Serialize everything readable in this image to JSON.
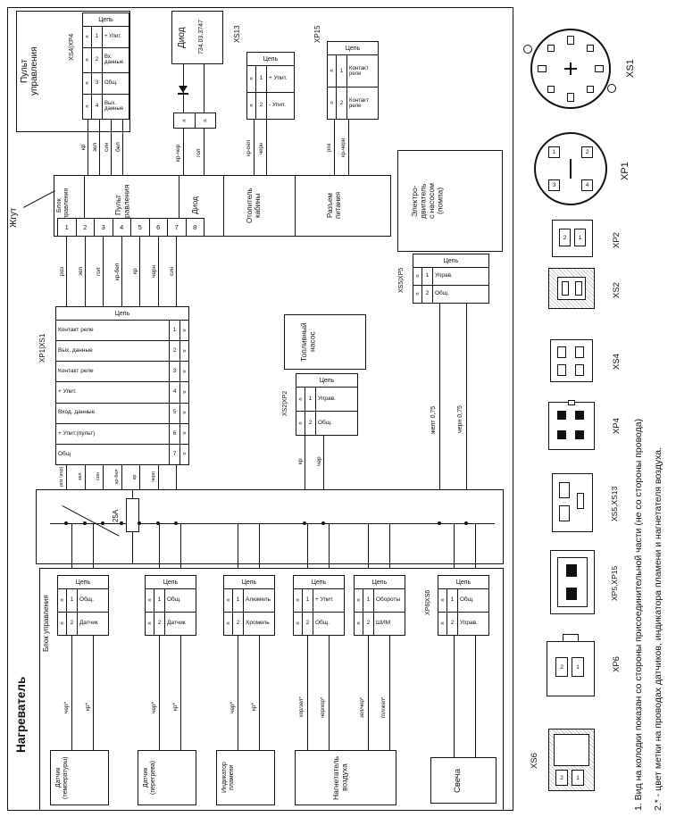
{
  "titles": {
    "heater": "Нагреватель",
    "harness": "Жгут",
    "control_unit": "Блок управления",
    "fuse": "25А"
  },
  "notes": [
    "1. Вид на колодки показан со стороны присоединительной части (не со стороны провода)",
    "2.* - цвет метки на проводах датчиков, индикатора пламени и нагнетателя воздуха."
  ],
  "pult": {
    "title": [
      "Пульт",
      "управления"
    ],
    "designator": "XS4|XP4",
    "header": "Цепь",
    "rows": [
      {
        "n": "1",
        "label": "+ Упит."
      },
      {
        "n": "2",
        "label": "Вх. данные"
      },
      {
        "n": "3",
        "label": "Общ."
      },
      {
        "n": "4",
        "label": "Вых. данные"
      }
    ],
    "wires": [
      "кр",
      "зел",
      "син",
      "бел"
    ]
  },
  "diode": {
    "name": "Диод",
    "part": "734.03.3747",
    "wires": [
      "кр-чер",
      "гол"
    ]
  },
  "xs13": {
    "designator": "XS13",
    "header": "Цепь",
    "rows": [
      {
        "n": "1",
        "label": "+ Упит."
      },
      {
        "n": "2",
        "label": "- Упит."
      }
    ],
    "wires": [
      "кр-бел",
      "черн"
    ]
  },
  "xp15": {
    "designator": "XP15",
    "header": "Цепь",
    "rows": [
      {
        "n": "1",
        "label": "Контакт реле"
      },
      {
        "n": "2",
        "label": "Контакт реле"
      }
    ],
    "wires": [
      "роз",
      "кр-черн"
    ]
  },
  "band": {
    "sections": [
      [
        "Блок",
        "управления"
      ],
      [
        "Пульт",
        "управления"
      ],
      [
        "Диод"
      ],
      [
        "Отопитель",
        "кабины"
      ],
      [
        "Разъем",
        "питания"
      ]
    ],
    "pins": [
      "1",
      "2",
      "3",
      "4",
      "5",
      "6",
      "7",
      "8"
    ]
  },
  "xp1": {
    "designator": "XP1|XS1",
    "header": "Цепь",
    "rows": [
      {
        "n": "1",
        "label": "Контакт реле"
      },
      {
        "n": "2",
        "label": "Вых. данные"
      },
      {
        "n": "3",
        "label": "Контакт реле"
      },
      {
        "n": "4",
        "label": "+ Упит."
      },
      {
        "n": "5",
        "label": "Вход. данные"
      },
      {
        "n": "6",
        "label": "+ Упит.(пульт)"
      },
      {
        "n": "7",
        "label": "Общ"
      }
    ],
    "wires_top": [
      "роз",
      "зел",
      "гол",
      "кр-бел",
      "кр",
      "черн",
      "син"
    ],
    "wires_bottom": [
      "роз (кор)",
      "зел",
      "син",
      "кр-бел",
      "кр",
      "черн"
    ]
  },
  "pump": {
    "title": [
      "Топливный",
      "насос"
    ],
    "designator": "XS2|XP2",
    "header": "Цепь",
    "rows": [
      {
        "n": "1",
        "label": "Управ."
      },
      {
        "n": "2",
        "label": "Общ."
      }
    ],
    "wires": [
      "кр",
      "чер"
    ]
  },
  "motor": {
    "title": [
      "Электро-",
      "двигатель",
      "с насосом",
      "(помпа)"
    ],
    "designator": "XS5|XP5",
    "header": "Цепь",
    "rows": [
      {
        "n": "1",
        "label": "Управ."
      },
      {
        "n": "2",
        "label": "Общ."
      }
    ],
    "wires": [
      "желт 0,75",
      "черн 0,75"
    ]
  },
  "sensor_temp": {
    "name": [
      "Датчик",
      "(температуры)"
    ],
    "header": "Цепь",
    "rows": [
      {
        "n": "1",
        "label": "Общ."
      },
      {
        "n": "2",
        "label": "Датчик"
      }
    ],
    "wires": [
      "чер*",
      "кр*"
    ]
  },
  "sensor_overheat": {
    "name": [
      "Датчик",
      "(перегрева)"
    ],
    "header": "Цепь",
    "rows": [
      {
        "n": "1",
        "label": "Общ."
      },
      {
        "n": "2",
        "label": "Датчик"
      }
    ],
    "wires": [
      "чер*",
      "кр*"
    ]
  },
  "flame": {
    "name": [
      "Индикатор",
      "пламени"
    ],
    "header": "Цепь",
    "rows": [
      {
        "n": "1",
        "label": "Алюмель"
      },
      {
        "n": "2",
        "label": "Хромель"
      }
    ],
    "wires": [
      "чер*",
      "кр*"
    ]
  },
  "blower": {
    "name": [
      "Нагнетатель",
      "воздуха"
    ],
    "header1": "Цепь",
    "rows1": [
      {
        "n": "1",
        "label": "+ Упит."
      },
      {
        "n": "2",
        "label": "Общ."
      }
    ],
    "header2": "Цепь",
    "rows2": [
      {
        "n": "1",
        "label": "Обороты"
      },
      {
        "n": "2",
        "label": "ШИМ"
      }
    ],
    "wires": [
      "кор/зел*",
      "чер/кор*",
      "зел/чер*",
      "гол/жел*"
    ]
  },
  "plug": {
    "name": [
      "Свеча"
    ],
    "designator": "XP6|XS6",
    "header": "Цепь",
    "rows": [
      {
        "n": "1",
        "label": "Общ."
      },
      {
        "n": "2",
        "label": "Управ."
      }
    ]
  },
  "views": {
    "xs1": {
      "id": "XS1"
    },
    "xp1": {
      "id": "XP1",
      "pins": [
        "1",
        "2",
        "3",
        "4"
      ]
    },
    "xp2": {
      "id": "XP2",
      "pins": [
        "2",
        "1"
      ]
    },
    "xs2": {
      "id": "XS2"
    },
    "xs4": {
      "id": "XS4"
    },
    "xp4": {
      "id": "XP4"
    },
    "xs5_13": {
      "id": "XS5,XS13"
    },
    "xp5_15": {
      "id": "XP5,XP15"
    },
    "xp6": {
      "id": "XP6",
      "pins": [
        "2",
        "1"
      ]
    },
    "xs6": {
      "id": "XS6",
      "pins": [
        "2",
        "1"
      ]
    }
  }
}
